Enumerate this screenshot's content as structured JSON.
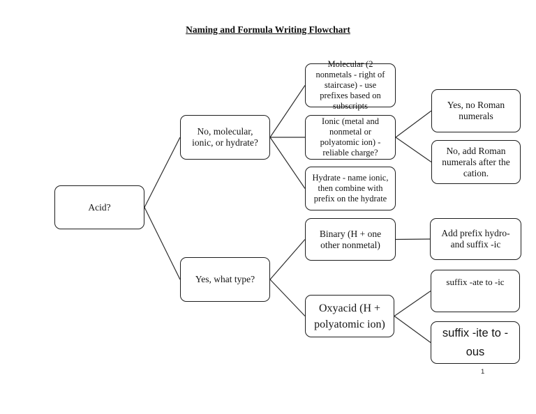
{
  "page": {
    "title": "Naming and Formula Writing Flowchart",
    "page_number": "1"
  },
  "nodes": [
    {
      "id": "acid",
      "label": "Acid?"
    },
    {
      "id": "no_branch",
      "label": "No, molecular, ionic, or hydrate?"
    },
    {
      "id": "molecular",
      "label": "Molecular (2 nonmetals - right of staircase) - use prefixes based on subscripts"
    },
    {
      "id": "ionic",
      "label": "Ionic (metal and nonmetal or polyatomic ion) - reliable charge?"
    },
    {
      "id": "hydrate",
      "label": "Hydrate - name ionic, then combine with prefix on the hydrate"
    },
    {
      "id": "yes_roman",
      "label": "Yes, no Roman numerals"
    },
    {
      "id": "no_roman",
      "label": "No, add Roman numerals after the cation."
    },
    {
      "id": "yes_branch",
      "label": "Yes, what type?"
    },
    {
      "id": "binary",
      "label": "Binary (H + one other nonmetal)"
    },
    {
      "id": "add_prefix",
      "label": "Add prefix hydro- and suffix -ic"
    },
    {
      "id": "oxyacid",
      "label": "Oxyacid (H + polyatomic ion)"
    },
    {
      "id": "suffix_ate",
      "label": "suffix -ate to -ic"
    },
    {
      "id": "suffix_ite",
      "label": "suffix -ite to -ous"
    }
  ],
  "edges": [
    {
      "from": "acid",
      "to": "no_branch"
    },
    {
      "from": "acid",
      "to": "yes_branch"
    },
    {
      "from": "no_branch",
      "to": "molecular"
    },
    {
      "from": "no_branch",
      "to": "ionic"
    },
    {
      "from": "no_branch",
      "to": "hydrate"
    },
    {
      "from": "ionic",
      "to": "yes_roman"
    },
    {
      "from": "ionic",
      "to": "no_roman"
    },
    {
      "from": "yes_branch",
      "to": "binary"
    },
    {
      "from": "yes_branch",
      "to": "oxyacid"
    },
    {
      "from": "binary",
      "to": "add_prefix"
    },
    {
      "from": "oxyacid",
      "to": "suffix_ate"
    },
    {
      "from": "oxyacid",
      "to": "suffix_ite"
    }
  ]
}
